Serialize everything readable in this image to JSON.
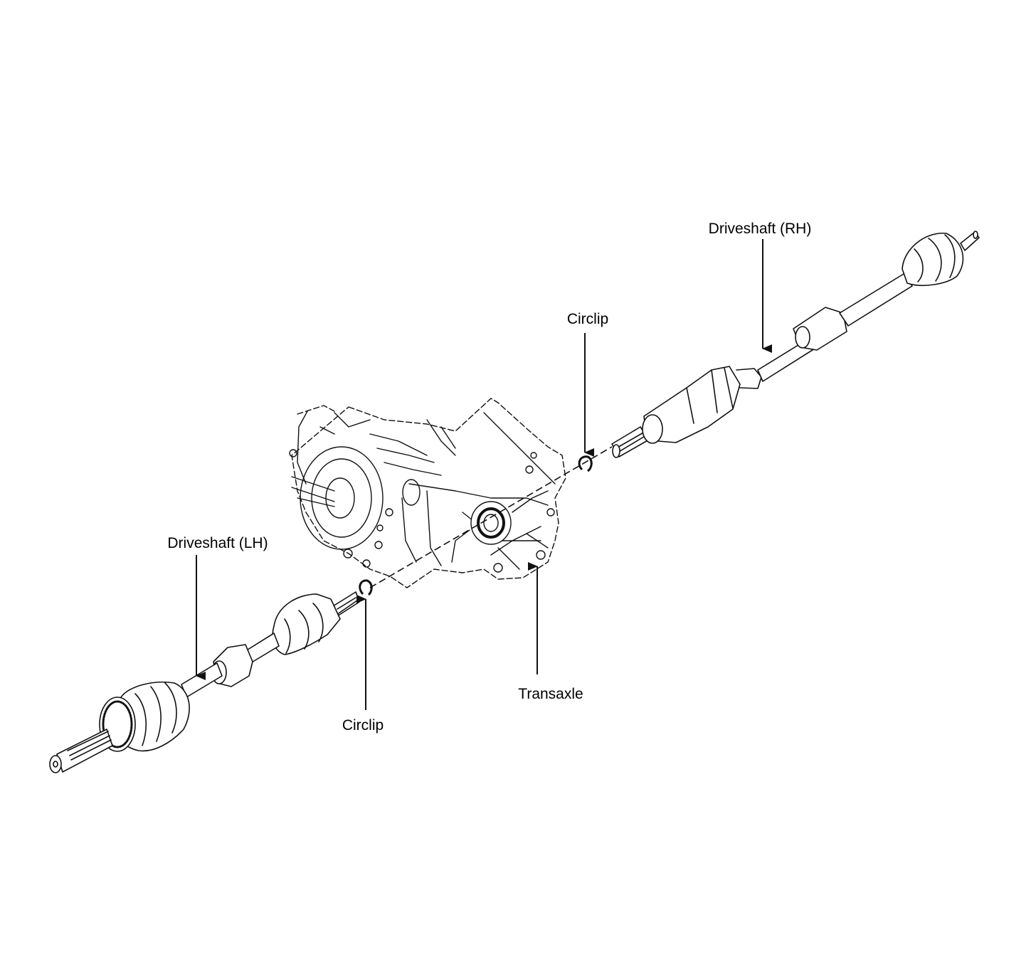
{
  "labels": {
    "driveshaft_rh": "Driveshaft (RH)",
    "circlip_upper": "Circlip",
    "driveshaft_lh": "Driveshaft (LH)",
    "circlip_lower": "Circlip",
    "transaxle": "Transaxle"
  },
  "colors": {
    "ink": "#111111",
    "background": "#ffffff"
  }
}
